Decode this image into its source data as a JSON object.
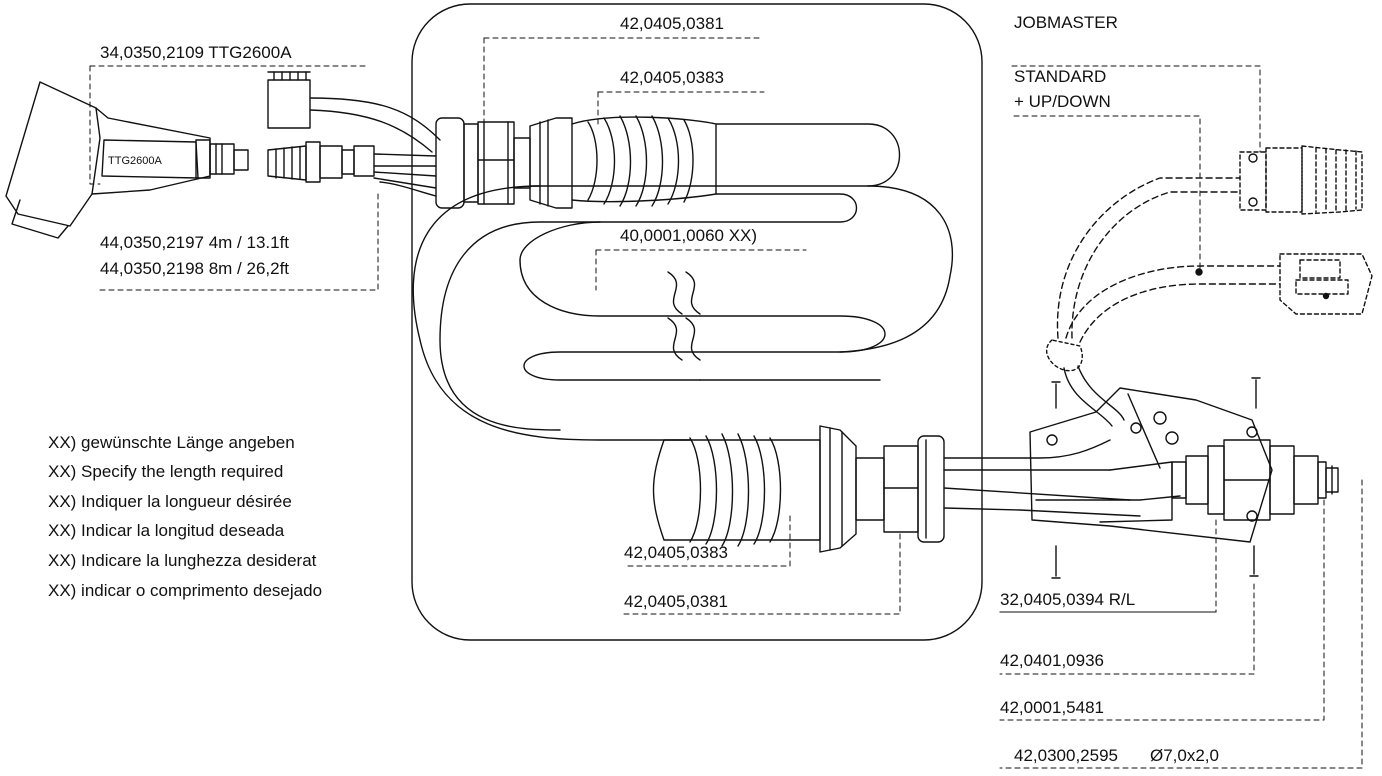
{
  "part_labels": {
    "torch": "34,0350,2109 TTG2600A",
    "torch_body_text": "TTG2600A",
    "hose_4m": "44,0350,2197 4m / 13.1ft",
    "hose_8m": "44,0350,2198 8m / 26,2ft",
    "top_grommet": "42,0405,0381",
    "top_spiral": "42,0405,0383",
    "hose_xx": "40,0001,0060 XX)",
    "bottom_spiral": "42,0405,0383",
    "bottom_grommet": "42,0405,0381",
    "jobmaster": "JOBMASTER",
    "standard": "STANDARD",
    "updown": "+ UP/DOWN",
    "housing": "32,0405,0394 R/L",
    "screw": "42,0401,0936",
    "nut": "42,0001,5481",
    "oring": "42,0300,2595",
    "oring_size": "Ø7,0x2,0"
  },
  "notes": [
    "XX) gewünschte Länge angeben",
    "XX) Specify the length required",
    "XX) Indiquer la longueur désirée",
    "XX) Indicar la longitud deseada",
    "XX) Indicare la lunghezza desiderat",
    "XX) indicar o comprimento desejado"
  ]
}
